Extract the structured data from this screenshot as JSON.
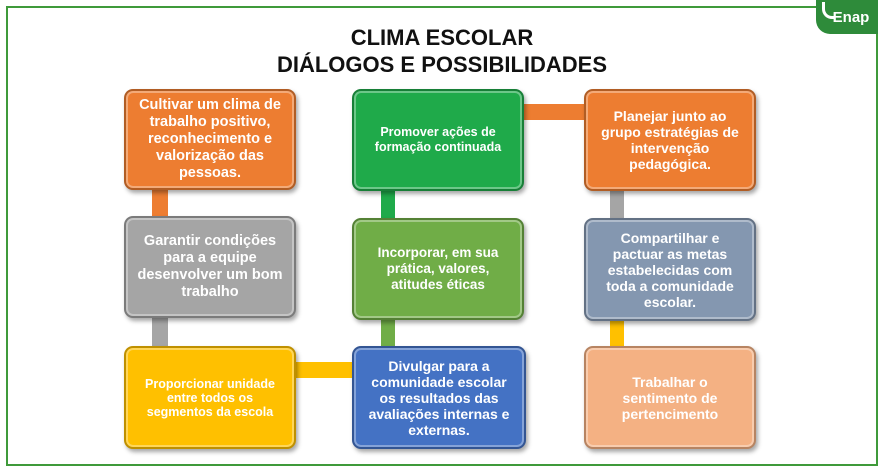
{
  "logo": {
    "text": "Enap"
  },
  "title": {
    "line1": "CLIMA ESCOLAR",
    "line2": "DIÁLOGOS E POSSIBILIDADES"
  },
  "boxes": {
    "cultivar": "Cultivar um clima de trabalho positivo, reconhecimento e valorização das pessoas.",
    "garantir": "Garantir condições para a equipe desenvolver um bom trabalho",
    "proporcionar": "Proporcionar  unidade entre todos os segmentos da escola",
    "promover": "Promover ações de formação continuada",
    "incorporar": "Incorporar, em sua prática, valores, atitudes éticas",
    "divulgar": "Divulgar para a comunidade escolar os resultados das avaliações internas e externas.",
    "planejar": "Planejar junto ao grupo estratégias de intervenção pedagógica.",
    "compartilhar": "Compartilhar e pactuar as metas estabelecidas com toda a comunidade escolar.",
    "trabalhar": "Trabalhar  o sentimento de pertencimento"
  },
  "colors": {
    "orange": "#ed7d31",
    "gray": "#a5a5a5",
    "yellow": "#ffc000",
    "green_dark": "#1faa4a",
    "green_light": "#70ad47",
    "blue": "#4472c4",
    "slate": "#8497b0",
    "peach": "#f4b183",
    "frame": "#3f9a3a"
  }
}
